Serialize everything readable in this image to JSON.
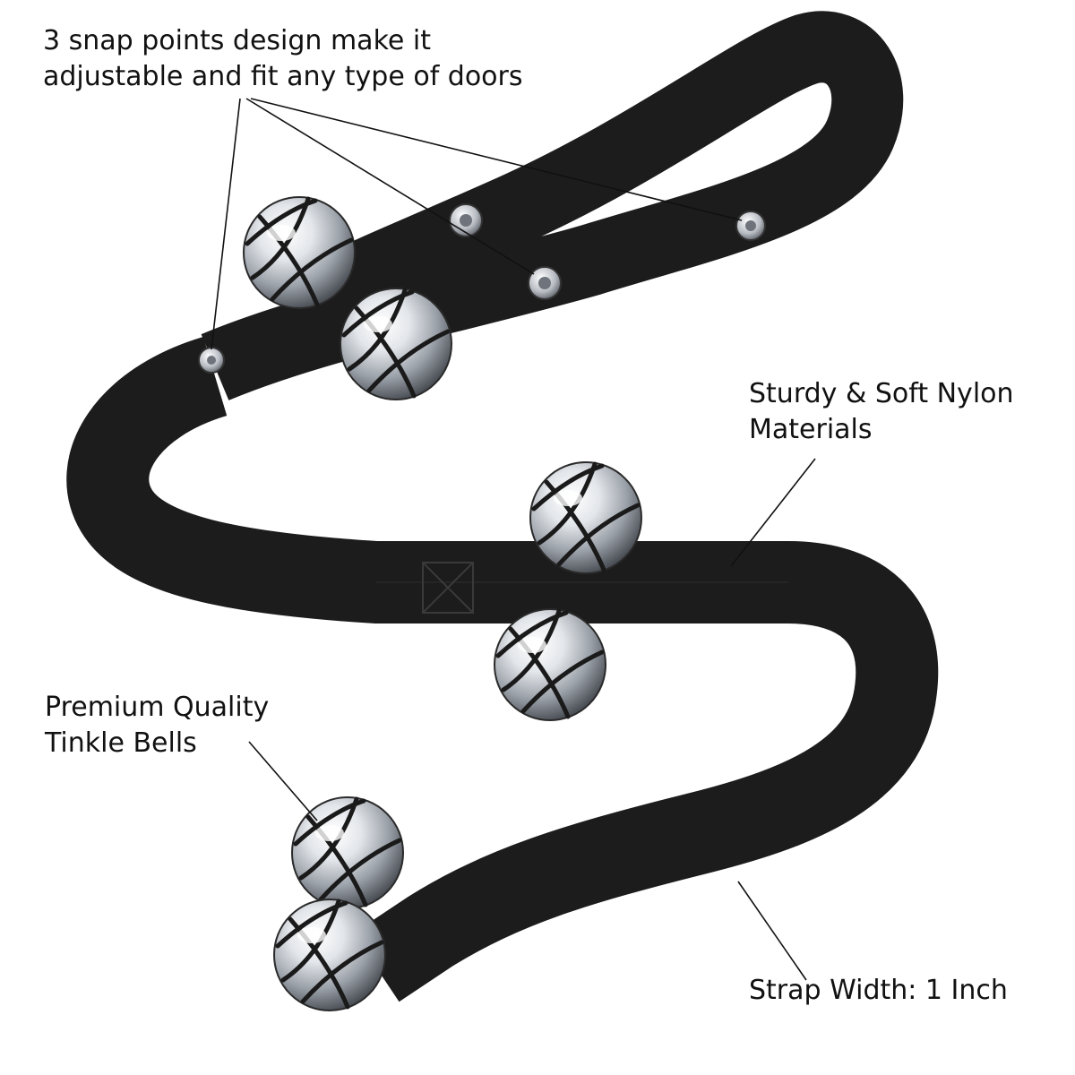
{
  "callouts": {
    "snap_points": "3 snap points design make it\nadjustable and fit any type of doors",
    "nylon": "Sturdy & Soft Nylon\nMaterials",
    "bells": "Premium Quality\nTinkle Bells",
    "strap_width": "Strap Width: 1 Inch"
  },
  "colors": {
    "background": "#ffffff",
    "strap": "#1c1c1c",
    "bell_silver": "#c9ccd2",
    "leader_line": "#111111",
    "text": "#111111"
  },
  "product": {
    "snap_count": 3,
    "bell_count": 6
  }
}
